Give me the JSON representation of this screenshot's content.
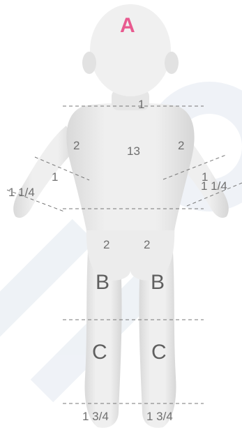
{
  "colors": {
    "head_label": "#e85a8f",
    "text": "#6f6f6f",
    "body": "#e9e9e9",
    "watermark": "#eef2f7",
    "guide": "#777777"
  },
  "labels": {
    "head": "A",
    "neck": "1",
    "trunk": "13",
    "upper_arm_left": "2",
    "upper_arm_right": "2",
    "forearm_left": "1",
    "forearm_right": "1",
    "hand_left": "1 1/4",
    "hand_right": "1 1/4",
    "buttock_left": "2",
    "buttock_right": "2",
    "thigh_left": "B",
    "thigh_right": "B",
    "leg_left": "C",
    "leg_right": "C",
    "foot_left": "1 3/4",
    "foot_right": "1 3/4"
  }
}
